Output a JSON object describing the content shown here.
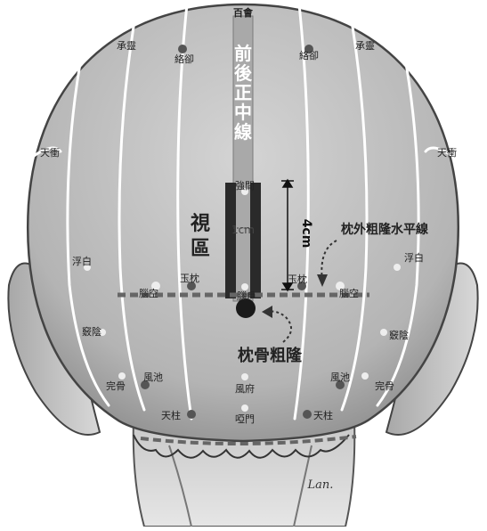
{
  "midline": {
    "top_label": "百會",
    "vertical_label_chars": [
      "前",
      "後",
      "正",
      "中",
      "線"
    ]
  },
  "visual_area": {
    "label_chars": [
      "視",
      "區"
    ],
    "width_measure": "1cm",
    "height_measure": "4cm"
  },
  "protuberance_line_label": "枕外粗隆水平線",
  "protuberance_label": "枕骨粗隆",
  "points": {
    "qiang_jian": "強間",
    "nao_hu": "腦戶",
    "cheng_ling_l": "承靈",
    "cheng_ling_r": "承靈",
    "luo_que_l": "絡卻",
    "luo_que_r": "絡卻",
    "tian_chong_l": "天衝",
    "tian_chong_r": "天衝",
    "fu_bai_l": "浮白",
    "fu_bai_r": "浮白",
    "yu_zhen_l": "玉枕",
    "yu_zhen_r": "玉枕",
    "nao_kong_l": "腦空",
    "nao_kong_r": "腦空",
    "qiao_yin_l": "竅陰",
    "qiao_yin_r": "竅陰",
    "feng_chi_l": "風池",
    "feng_chi_r": "風池",
    "wan_gu_l": "完骨",
    "wan_gu_r": "完骨",
    "feng_fu": "風府",
    "tian_zhu_l": "天柱",
    "tian_zhu_r": "天柱",
    "ya_men": "啞門"
  },
  "signature": "Lan."
}
